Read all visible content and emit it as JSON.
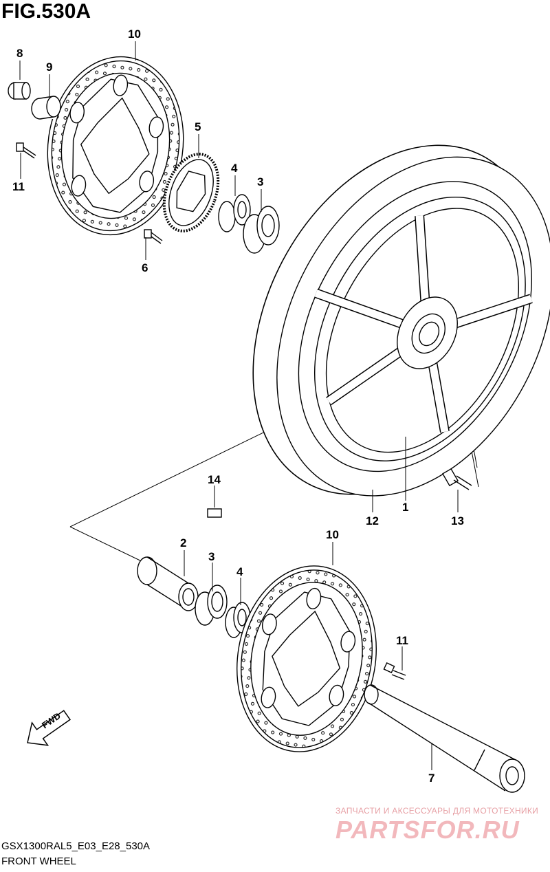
{
  "figure": {
    "title": "FIG.530A",
    "model_code": "GSX1300RAL5_E03_E28_530A",
    "name": "FRONT WHEEL"
  },
  "direction_marker": "FWD",
  "callouts": [
    "10",
    "8",
    "9",
    "11",
    "5",
    "4",
    "3",
    "6",
    "14",
    "12",
    "1",
    "13",
    "2",
    "3",
    "4",
    "10",
    "11",
    "7"
  ],
  "watermark": {
    "tagline": "ЗАПЧАСТИ И АКСЕССУАРЫ ДЛЯ МОТОТЕХНИКИ",
    "brand": "PARTSFOR.RU"
  }
}
